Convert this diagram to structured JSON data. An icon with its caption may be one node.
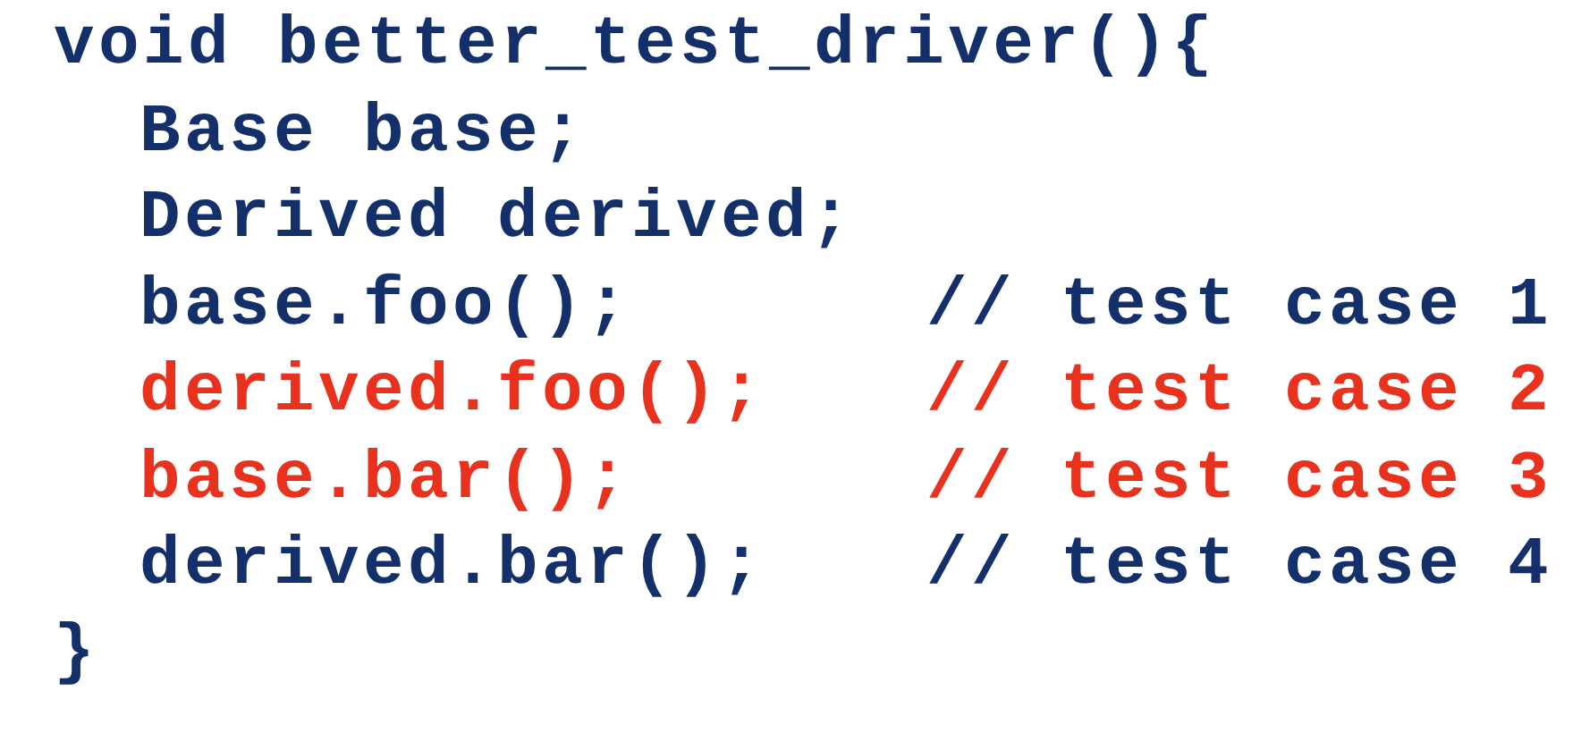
{
  "diagram": {
    "labels": [
      "void better_test_driver(){",
      "Base base;",
      "Derived derived;",
      "base.foo();",
      "// test case 1",
      "derived.foo();",
      "// test case 2",
      "base.bar();",
      "// test case 3",
      "derived.bar();",
      "// test case 4",
      "}"
    ]
  }
}
